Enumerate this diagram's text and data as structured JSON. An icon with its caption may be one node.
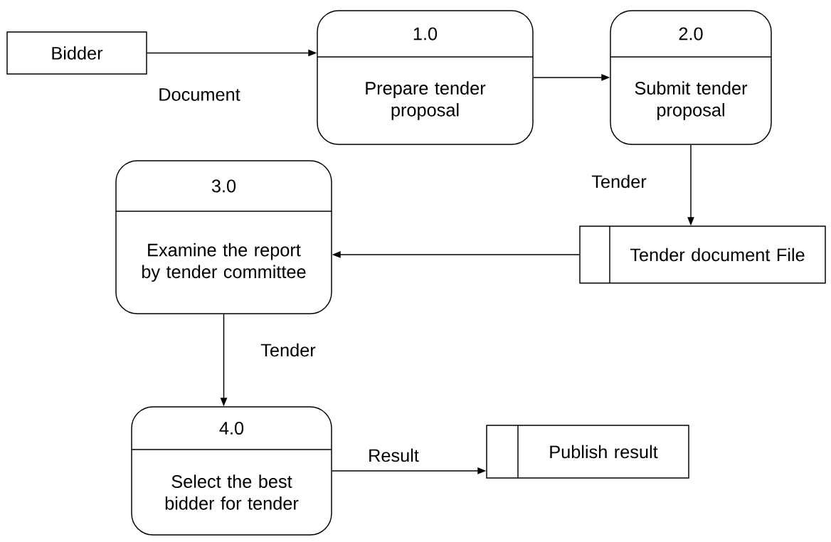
{
  "diagram": {
    "nodes": [
      {
        "text": [
          "Bidder"
        ]
      },
      {
        "text": [
          "1.0",
          "Prepare tender proposal"
        ]
      },
      {
        "text": [
          "2.0",
          "Submit tender proposal"
        ]
      },
      {
        "text": [
          "Tender document File"
        ]
      },
      {
        "text": [
          "3.0",
          "Examine the report by tender committee"
        ]
      },
      {
        "text": [
          "4.0",
          "Select the best bidder for tender"
        ]
      },
      {
        "text": [
          "Publish result"
        ]
      }
    ],
    "edges": [
      {
        "from": 0,
        "to": 1,
        "arrow": "to",
        "label": "Document"
      },
      {
        "from": 1,
        "to": 2,
        "arrow": "to"
      },
      {
        "from": 2,
        "to": 3,
        "arrow": "to",
        "label": "Tender"
      },
      {
        "from": 3,
        "to": 4,
        "arrow": "to"
      },
      {
        "from": 4,
        "to": 5,
        "arrow": "to",
        "label": "Tender"
      },
      {
        "from": 5,
        "to": 6,
        "arrow": "to",
        "label": "Result"
      }
    ]
  }
}
